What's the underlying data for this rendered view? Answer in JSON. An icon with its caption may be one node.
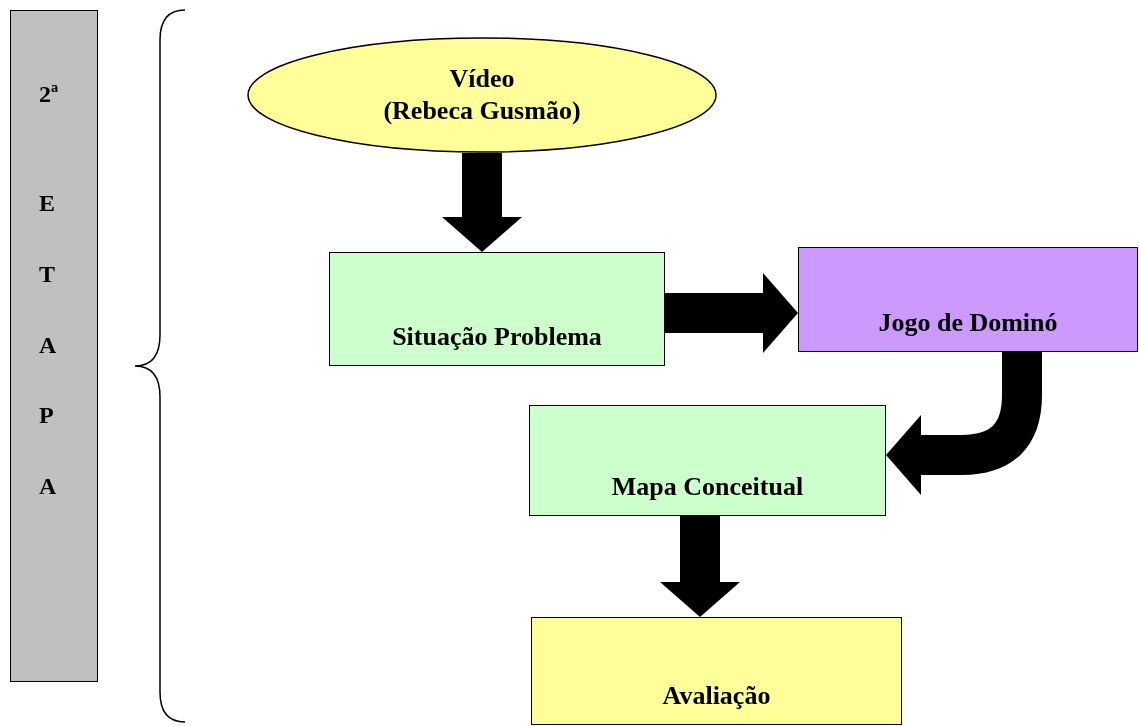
{
  "diagram": {
    "nodes": [
      {
        "text": [
          "2ª",
          "ETAPA"
        ]
      },
      {
        "text": [
          "Vídeo",
          "(Rebeca Gusmão)"
        ]
      },
      {
        "text": [
          "Situação Problema"
        ]
      },
      {
        "text": [
          "Jogo de Dominó"
        ]
      },
      {
        "text": [
          "Mapa Conceitual"
        ]
      },
      {
        "text": [
          "Avaliação"
        ]
      }
    ],
    "edges": [
      {
        "from": 1,
        "to": 2,
        "arrow": "to"
      },
      {
        "from": 2,
        "to": 3,
        "arrow": "to"
      },
      {
        "from": 3,
        "to": 4,
        "arrow": "to"
      },
      {
        "from": 4,
        "to": 5,
        "arrow": "to"
      }
    ]
  }
}
